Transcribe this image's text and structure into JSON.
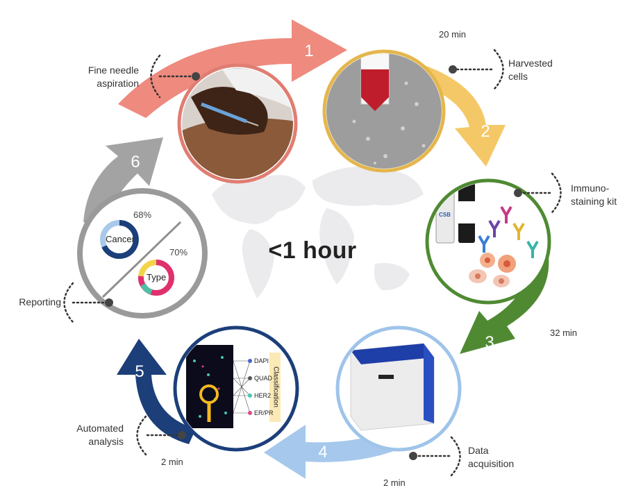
{
  "center_title": "<1 hour",
  "steps": [
    {
      "number": "1",
      "label": "Fine needle\naspiration",
      "color": "#e8776c"
    },
    {
      "number": "2",
      "label": "Harvested\ncells",
      "time": "20 min",
      "color": "#f2c25a"
    },
    {
      "number": "3",
      "label": "Immuno-\nstaining kit",
      "time": "32 min",
      "color": "#4f8a33"
    },
    {
      "number": "4",
      "label": "Data\nacquisition",
      "time": "2 min",
      "color": "#9fc4ea"
    },
    {
      "number": "5",
      "label": "Automated\nanalysis",
      "time": "2 min",
      "color": "#1c3f7a"
    },
    {
      "number": "6",
      "label": "Reporting",
      "color": "#9a9a9a"
    }
  ],
  "report_panel": {
    "cancer_label": "Cancer",
    "cancer_pct": "68%",
    "type_label": "Type",
    "type_pct": "70%"
  },
  "analysis_panel": {
    "markers": [
      "DAPI",
      "QUAD",
      "HER2",
      "ER/PR"
    ],
    "classification": "Classification"
  },
  "kit_logo": "CSB"
}
